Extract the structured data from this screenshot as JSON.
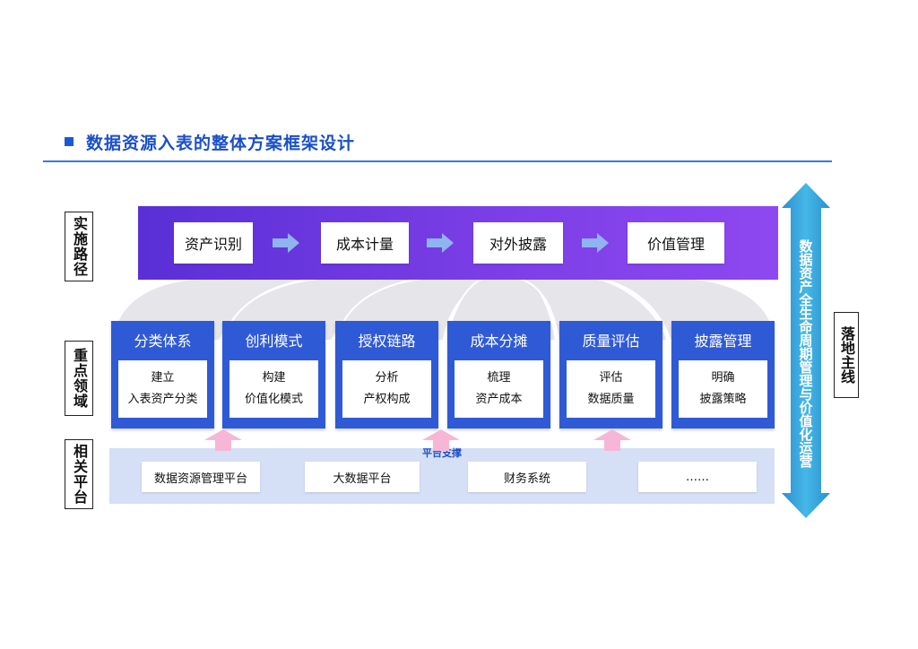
{
  "title": "数据资源入表的整体方案框架设计",
  "row_labels": {
    "path": "实施路径",
    "focus": "重点领域",
    "platform": "相关平台"
  },
  "path_steps": [
    "资产识别",
    "成本计量",
    "对外披露",
    "价值管理"
  ],
  "focus_areas": [
    {
      "head": "分类体系",
      "line1": "建立",
      "line2": "入表资产分类"
    },
    {
      "head": "创利模式",
      "line1": "构建",
      "line2": "价值化模式"
    },
    {
      "head": "授权链路",
      "line1": "分析",
      "line2": "产权构成"
    },
    {
      "head": "成本分摊",
      "line1": "梳理",
      "line2": "资产成本"
    },
    {
      "head": "质量评估",
      "line1": "评估",
      "line2": "数据质量"
    },
    {
      "head": "披露管理",
      "line1": "明确",
      "line2": "披露策略"
    }
  ],
  "platform": {
    "label": "平台支撑",
    "items": [
      "数据资源管理平台",
      "大数据平台",
      "财务系统",
      "……"
    ]
  },
  "lifecycle": "数据资产全生命周期管理与价值化运营",
  "mainline": "落地主线",
  "colors": {
    "title": "#1a4fc9",
    "band": "#6b35e0",
    "focus": "#2f5ad6",
    "platform_bg": "#d5dff5",
    "lifecycle": "#2fa8d8",
    "up_arrow": "#f7b6d6"
  }
}
